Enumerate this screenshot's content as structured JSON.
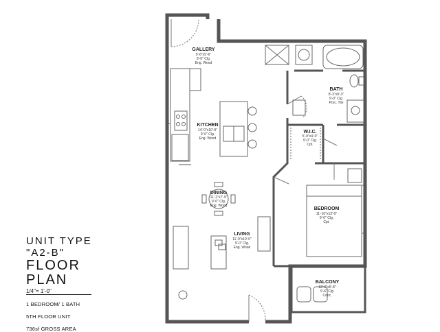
{
  "title_block": {
    "line1": "UNIT TYPE",
    "line2": "\"A2-B\"",
    "line3": "FLOOR",
    "line4": "PLAN",
    "scale": "1/4\"= 1'-0\"",
    "info1": "1 BEDROOM/ 1 BATH",
    "info2": "5TH FLOOR UNIT",
    "info3": "736sf GROSS AREA"
  },
  "rooms": {
    "gallery": {
      "name": "GALLERY",
      "dims": "5'-8\"x5'-6\"",
      "ceiling": "9'-0\" Clg.",
      "floor": "Eng. Wood"
    },
    "kitchen": {
      "name": "KITCHEN",
      "dims": "14'-0\"x10'-9\"",
      "ceiling": "9'-0\" Clg.",
      "floor": "Eng. Wood"
    },
    "dining": {
      "name": "DINING",
      "dims": "11'-2\"x7'-9\"",
      "ceiling": "9'-0\" Clg.",
      "floor": "Eng. Wood"
    },
    "living": {
      "name": "LIVING",
      "dims": "11'-0\"x10'-0\"",
      "ceiling": "9'-0\" Clg.",
      "floor": "Eng. Wood"
    },
    "bath": {
      "name": "BATH",
      "dims": "8'-3\"x9'-3\"",
      "ceiling": "9'-0\" Clg.",
      "floor": "Porc. Tile"
    },
    "wic": {
      "name": "W.I.C.",
      "dims": "5'-9\"x4'-0\"",
      "ceiling": "9'-0\" Clg.",
      "floor": "Cpt."
    },
    "bedroom": {
      "name": "BEDROOM",
      "dims": "11'-10\"x13'-0\"",
      "ceiling": "9'-0\" Clg.",
      "floor": "Cpt."
    },
    "balcony": {
      "name": "BALCONY",
      "dims": "12'-0\"x5'-8\"",
      "ceiling": "9'-6\" Clg.",
      "floor": "Conc."
    }
  }
}
